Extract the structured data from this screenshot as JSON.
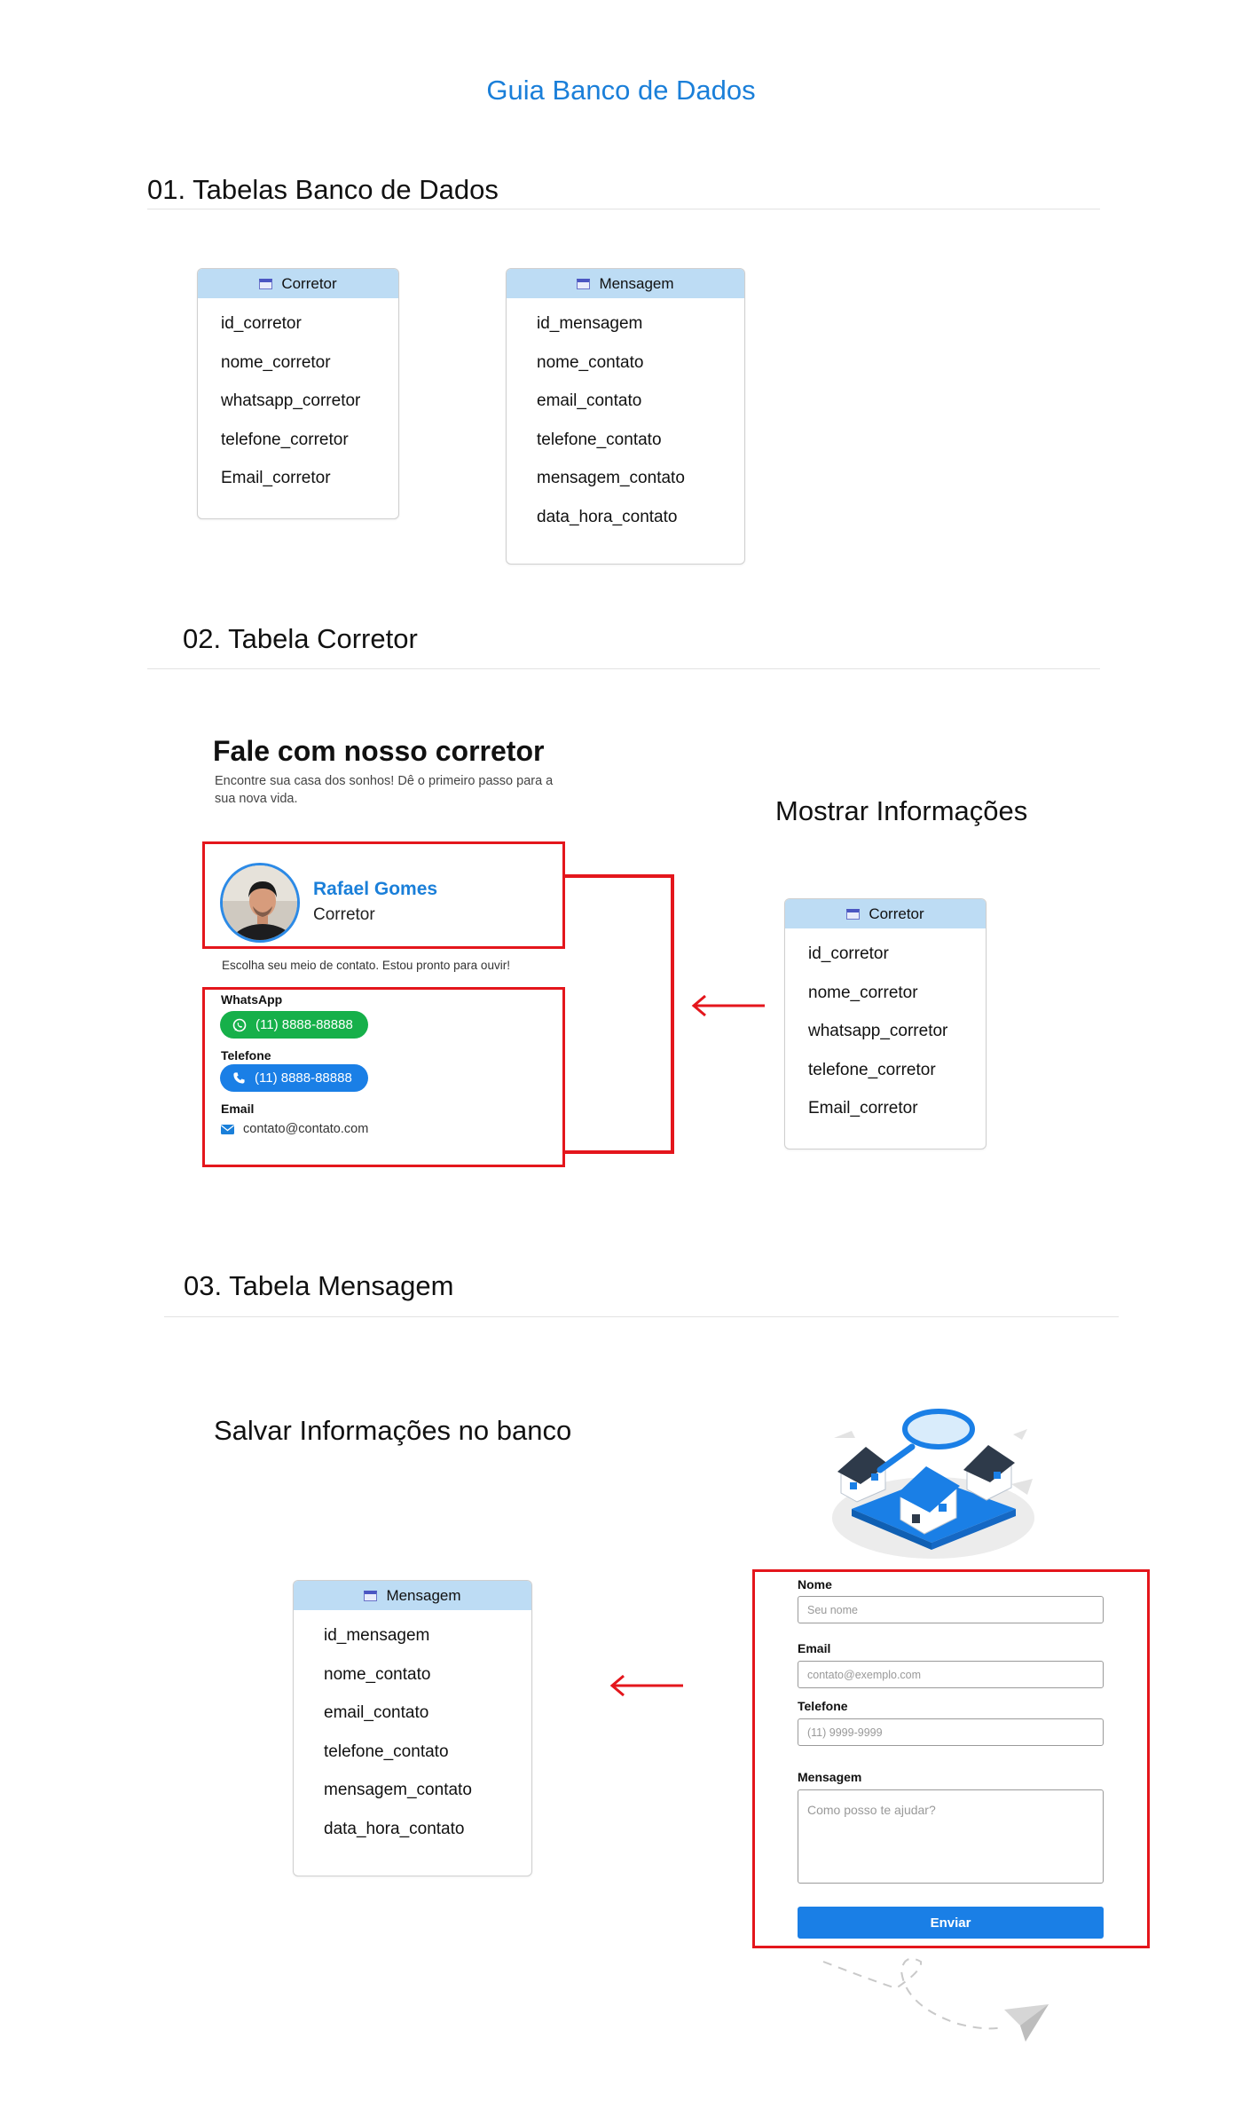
{
  "guide_title": "Guia Banco de Dados",
  "sections": {
    "s1_title": "01. Tabelas Banco de Dados",
    "s2_title": "02. Tabela Corretor",
    "s3_title": "03. Tabela Mensagem"
  },
  "tables": {
    "corretor": {
      "name": "Corretor",
      "fields": [
        "id_corretor",
        "nome_corretor",
        "whatsapp_corretor",
        "telefone_corretor",
        "Email_corretor"
      ]
    },
    "mensagem": {
      "name": "Mensagem",
      "fields": [
        "id_mensagem",
        "nome_contato",
        "email_contato",
        "telefone_contato",
        "mensagem_contato",
        "data_hora_contato"
      ]
    }
  },
  "profile": {
    "title": "Fale com nosso corretor",
    "subtitle": "Encontre sua casa dos sonhos! Dê o primeiro passo para a sua nova vida.",
    "agent_name": "Rafael Gomes",
    "agent_role": "Corretor",
    "escolha_text": "Escolha seu meio de contato. Estou pronto para ouvir!",
    "whatsapp_label": "WhatsApp",
    "whatsapp_number": "(11) 8888-88888",
    "telefone_label": "Telefone",
    "telefone_number": "(11) 8888-88888",
    "email_label": "Email",
    "email_value": "contato@contato.com"
  },
  "mostrar_label": "Mostrar Informações",
  "salvar_label": "Salvar Informações no banco",
  "form": {
    "nome_label": "Nome",
    "nome_placeholder": "Seu nome",
    "email_label": "Email",
    "email_placeholder": "contato@exemplo.com",
    "telefone_label": "Telefone",
    "telefone_placeholder": "(11) 9999-9999",
    "mensagem_label": "Mensagem",
    "mensagem_placeholder": "Como posso te ajudar?",
    "submit_label": "Enviar"
  },
  "colors": {
    "accent": "#1a7fd9",
    "table_header": "#bddcf4",
    "highlight_red": "#e4161c",
    "whatsapp_green": "#16b04a",
    "phone_blue": "#1a7fe6"
  },
  "icons": [
    "table-icon",
    "whatsapp-icon",
    "phone-icon",
    "mail-icon",
    "arrow-left-icon",
    "houses-search-illustration",
    "paper-plane-icon"
  ]
}
